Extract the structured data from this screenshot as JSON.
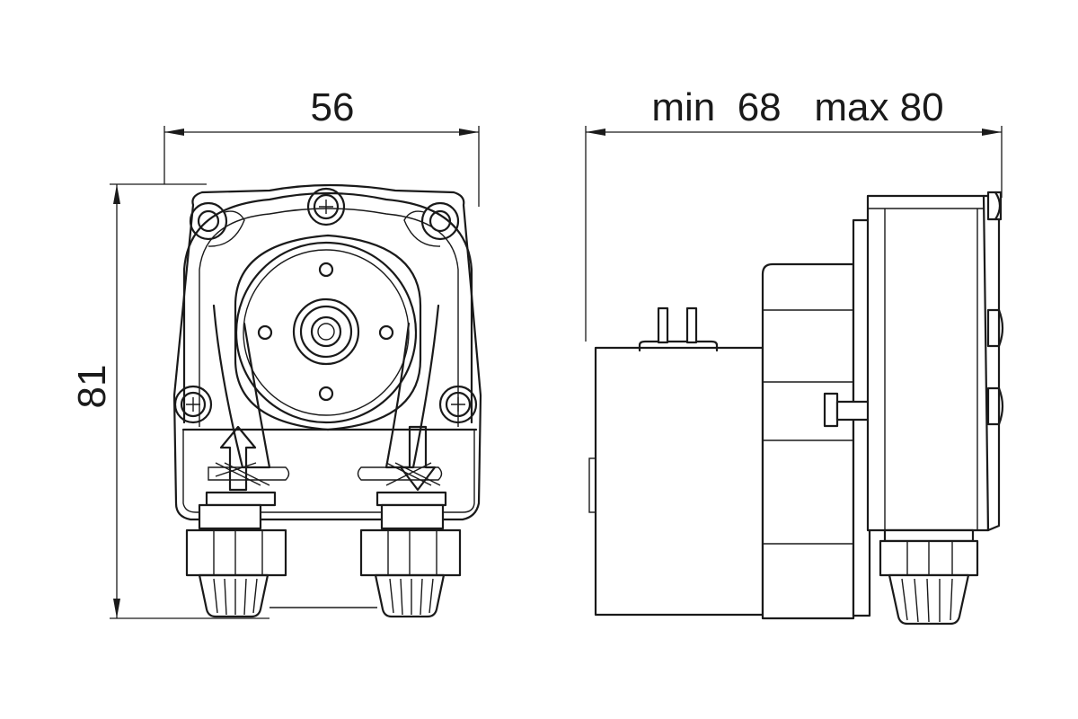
{
  "dimensions": {
    "front_width": "56",
    "front_height": "81",
    "side_depth": "min  68   max 80"
  }
}
